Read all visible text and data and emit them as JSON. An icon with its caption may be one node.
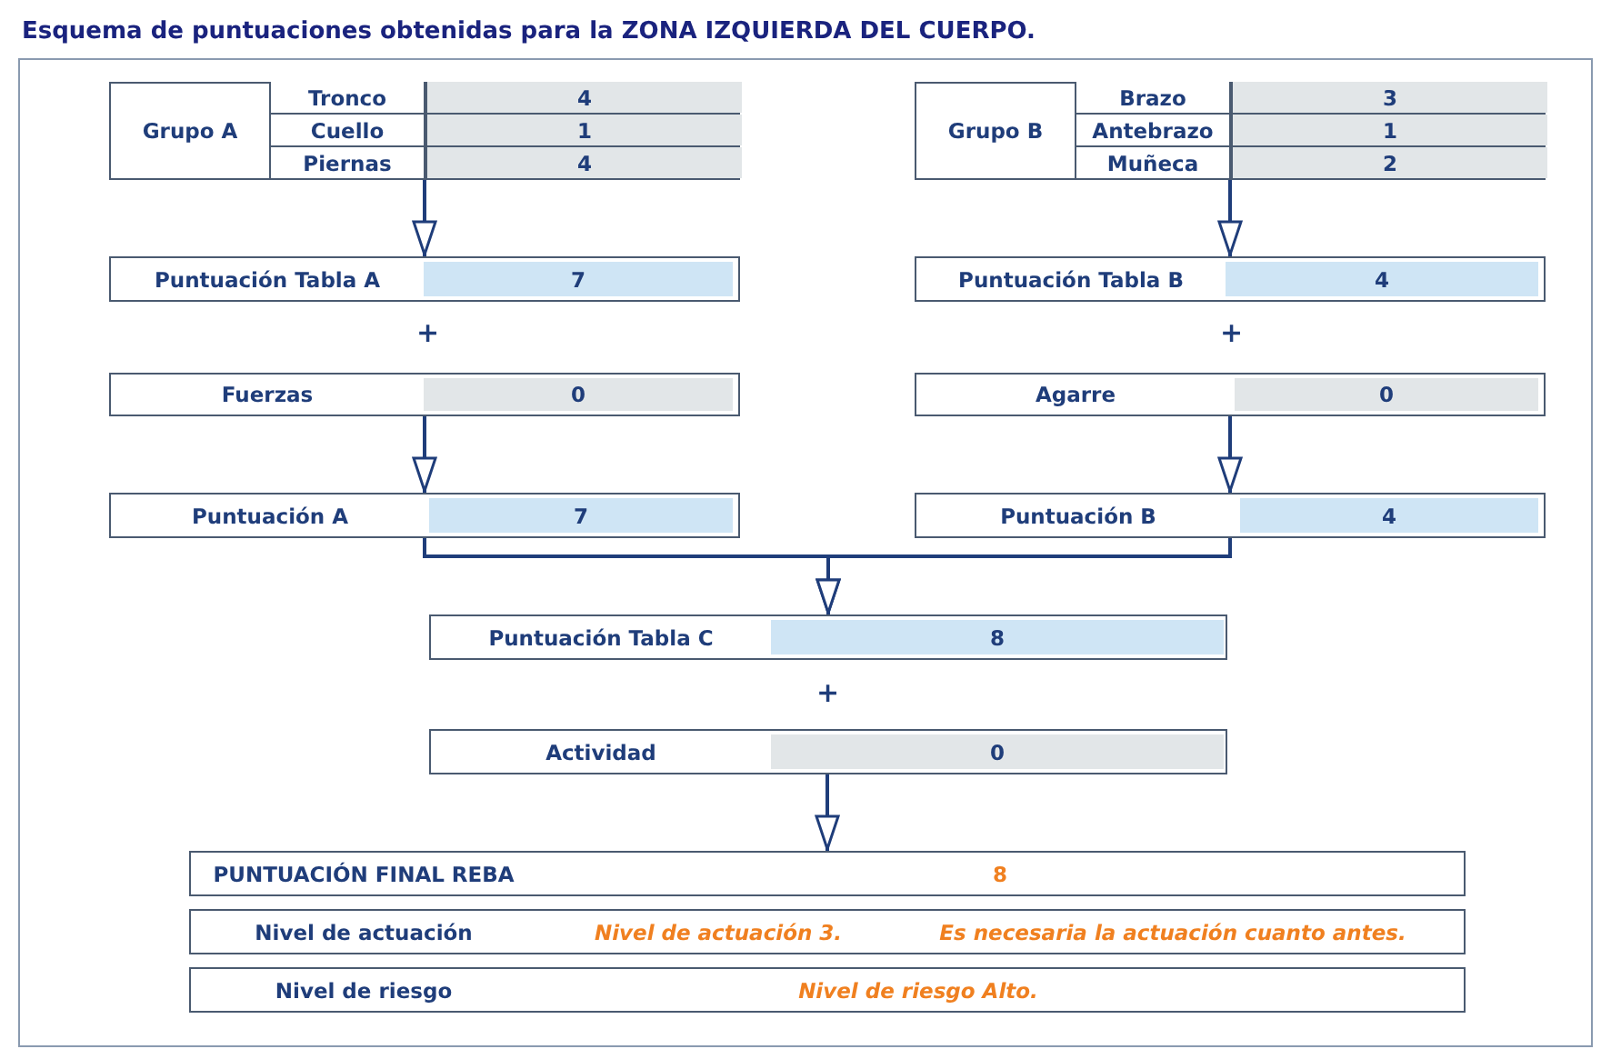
{
  "diagram": {
    "title": "Esquema de puntuaciones obtenidas para la ZONA IZQUIERDA DEL CUERPO.",
    "nodes": [
      {
        "text": [
          "Grupo A"
        ]
      },
      {
        "text": [
          "Tronco",
          "4"
        ],
        "in": 0
      },
      {
        "text": [
          "Cuello",
          "1"
        ],
        "in": 0
      },
      {
        "text": [
          "Piernas",
          "4"
        ],
        "in": 0
      },
      {
        "text": [
          "Grupo B"
        ]
      },
      {
        "text": [
          "Brazo",
          "3"
        ],
        "in": 4
      },
      {
        "text": [
          "Antebrazo",
          "1"
        ],
        "in": 4
      },
      {
        "text": [
          "Muñeca",
          "2"
        ],
        "in": 4
      },
      {
        "text": [
          "Puntuación Tabla A",
          "7"
        ]
      },
      {
        "text": [
          "Puntuación Tabla B",
          "4"
        ]
      },
      {
        "text": [
          "Fuerzas",
          "0"
        ]
      },
      {
        "text": [
          "Agarre",
          "0"
        ]
      },
      {
        "text": [
          "Puntuación A",
          "7"
        ]
      },
      {
        "text": [
          "Puntuación B",
          "4"
        ]
      },
      {
        "text": [
          "Puntuación Tabla C",
          "8"
        ]
      },
      {
        "text": [
          "Actividad",
          "0"
        ]
      },
      {
        "text": [
          "PUNTUACIÓN FINAL REBA",
          "8"
        ]
      },
      {
        "text": [
          "Nivel de actuación",
          "Nivel de actuación 3.",
          "Es necesaria la actuación cuanto antes."
        ]
      },
      {
        "text": [
          "Nivel de riesgo",
          "Nivel de riesgo Alto."
        ]
      }
    ],
    "edges": [
      {
        "from": 0,
        "to": 8,
        "arrow": "to"
      },
      {
        "from": 4,
        "to": 9,
        "arrow": "to"
      },
      {
        "from": 10,
        "to": 12,
        "arrow": "to"
      },
      {
        "from": 11,
        "to": 13,
        "arrow": "to"
      },
      {
        "from": 12,
        "to": 14,
        "arrow": "to"
      },
      {
        "from": 13,
        "to": 14,
        "arrow": "to"
      },
      {
        "from": 15,
        "to": 16,
        "arrow": "to"
      }
    ],
    "labels": [
      "+",
      "+",
      "+"
    ]
  }
}
